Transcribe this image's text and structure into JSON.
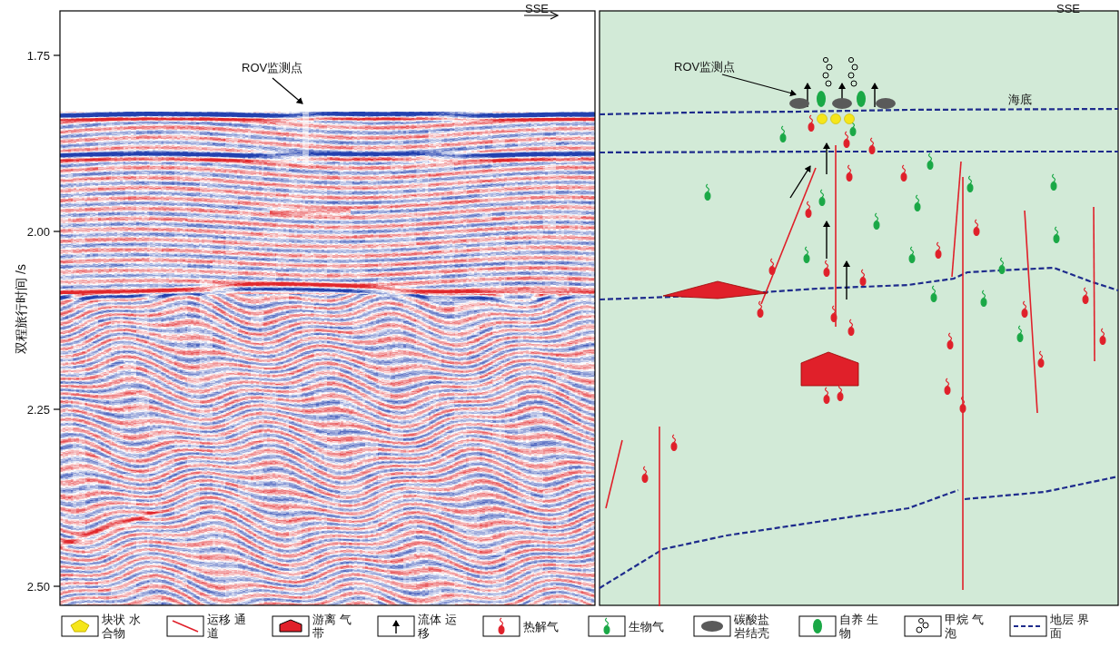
{
  "diagram": {
    "labels": [
      "ROV监测点",
      "SSE",
      "双程旅行时间 /s",
      "1.75",
      "2.00",
      "2.25",
      "2.50",
      "ROV监测点",
      "SSE",
      "海底"
    ],
    "legend": [
      {
        "text": "块状 水合物"
      },
      {
        "text": "运移 通道"
      },
      {
        "text": "游离 气带"
      },
      {
        "text": "流体 运移"
      },
      {
        "text": "热解气"
      },
      {
        "text": "生物气"
      },
      {
        "text": "碳酸盐 岩结壳"
      },
      {
        "text": "自养 生物"
      },
      {
        "text": "甲烷 气泡"
      },
      {
        "text": "地层 界面"
      }
    ]
  }
}
